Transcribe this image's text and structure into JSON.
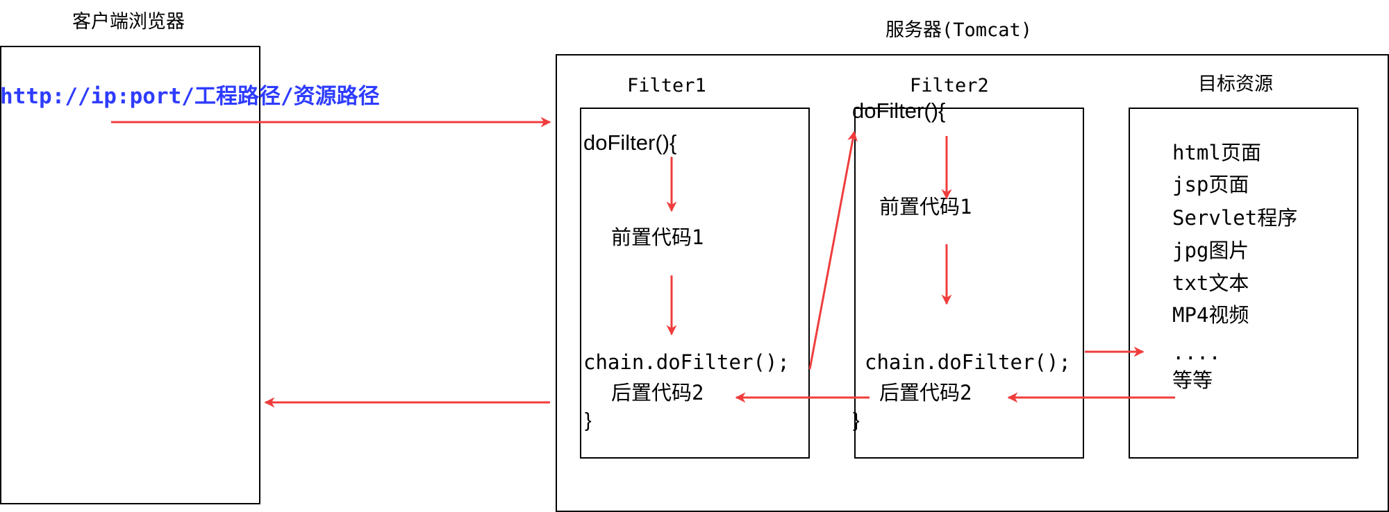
{
  "colors": {
    "arrow": "#f03c3c",
    "url": "#2e3cff",
    "border": "#000000"
  },
  "client": {
    "title": "客户端浏览器",
    "url": "http://ip:port/工程路径/资源路径"
  },
  "server": {
    "title": "服务器(Tomcat)"
  },
  "filter1": {
    "title": "Filter1",
    "open": "doFilter(){",
    "pre": "前置代码1",
    "call": "chain.doFilter();",
    "post": "后置代码2",
    "close": "}"
  },
  "filter2": {
    "title": "Filter2",
    "open": "doFilter(){",
    "pre": "前置代码1",
    "call": "chain.doFilter();",
    "post": "后置代码2",
    "close": "}"
  },
  "target": {
    "title": "目标资源",
    "items": [
      "html页面",
      "jsp页面",
      "Servlet程序",
      "jpg图片",
      "txt文本",
      "MP4视频",
      "....",
      "等等"
    ]
  }
}
